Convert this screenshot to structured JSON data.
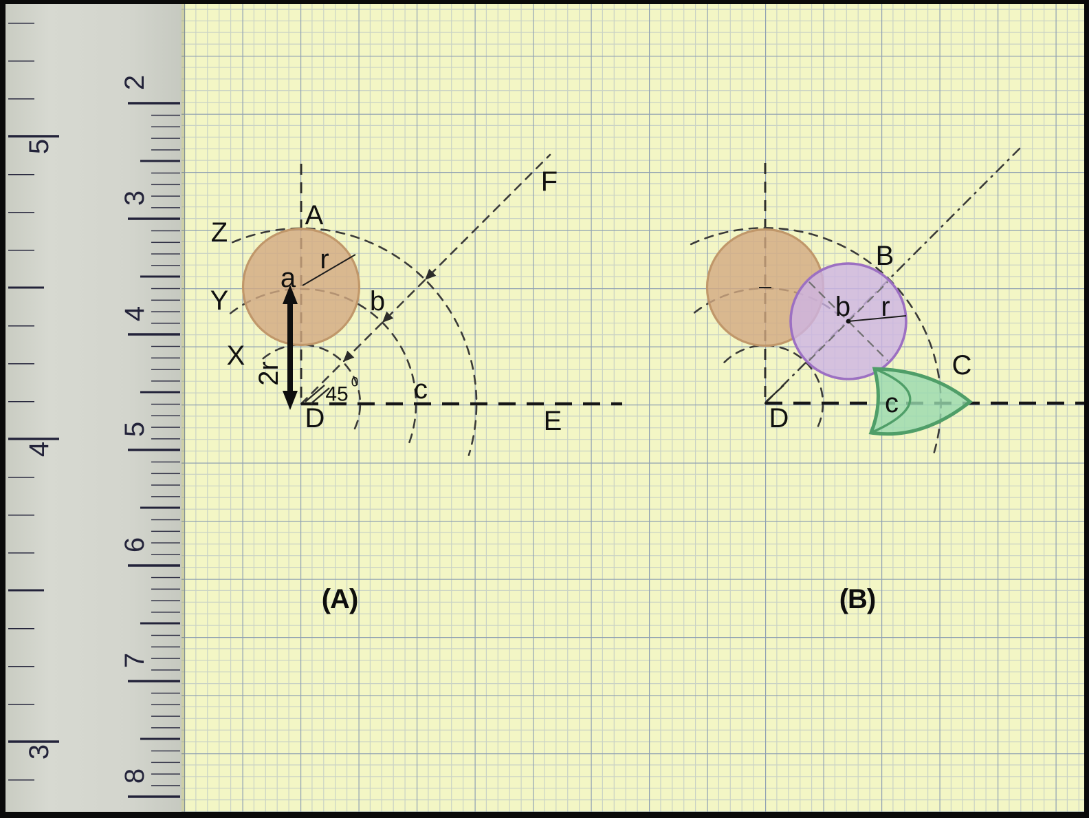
{
  "ruler": {
    "cm_numbers": [
      "2",
      "3",
      "4",
      "5",
      "6",
      "7",
      "8"
    ],
    "inch_numbers": [
      "5",
      "4",
      "3"
    ]
  },
  "diagram_a": {
    "title": "(A)",
    "point_labels": {
      "A": "A",
      "Z": "Z",
      "Y": "Y",
      "X": "X",
      "a": "a",
      "b": "b",
      "c": "c",
      "D": "D",
      "E": "E",
      "F": "F"
    },
    "radius_label": "r",
    "diameter_label": "2r",
    "angle_value": "45",
    "angle_superscript": "0"
  },
  "diagram_b": {
    "title": "(B)",
    "point_labels": {
      "B": "B",
      "C": "C",
      "D": "D",
      "b": "b",
      "c": "c"
    },
    "radius_label": "r"
  },
  "colors": {
    "paper": "#f3f6c5",
    "grid_minor": "#c9d2c5",
    "grid_major": "#8fa0b2",
    "circle_fill": "#d2a981",
    "circle_stroke": "#c0976a",
    "rolled_circle_fill": "#cdb4e3",
    "rolled_circle_stroke": "#9c70c2",
    "vane_fill": "#98d9ae",
    "vane_stroke": "#4f9e68",
    "construction": "#3a3a38",
    "frame": "#0a0a0a"
  }
}
